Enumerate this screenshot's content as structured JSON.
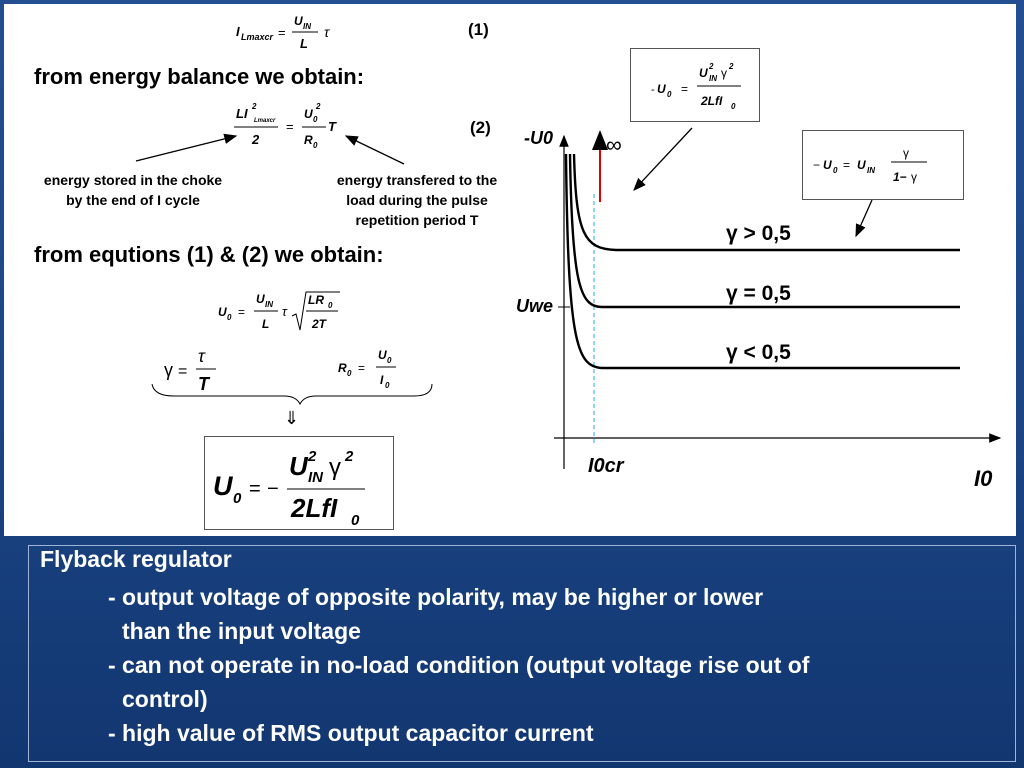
{
  "equations": {
    "eq1_tag": "(1)",
    "eq2_tag": "(2)"
  },
  "text": {
    "energy_balance_heading": "from energy balance we obtain:",
    "equations_heading": "from equtions (1) & (2) we obtain:",
    "choke_note": [
      "energy  stored in the choke",
      "by the end of  I cycle"
    ],
    "load_note": [
      "energy transfered to the",
      "load during the pulse",
      "repetition period T"
    ],
    "implies": "⇓"
  },
  "chart_data": {
    "type": "line",
    "y_axis_label": "-U0",
    "y_marker_label": "Uwe",
    "x_axis_label": "I0",
    "x_marker_label": "I0cr",
    "infinity_label": "∞",
    "series": [
      {
        "name": "γ > 0,5",
        "shape": "hyperbolic decay to constant",
        "level": "high"
      },
      {
        "name": "γ = 0,5",
        "shape": "hyperbolic decay to constant",
        "level": "Uwe"
      },
      {
        "name": "γ < 0,5",
        "shape": "hyperbolic decay to constant",
        "level": "low"
      }
    ],
    "grid": false
  },
  "colors": {
    "arrow_red": "#e00000",
    "dashed_marker": "#6cc8ec",
    "slide_blue": "#1b4584",
    "panel_white": "#ffffff"
  },
  "summary": {
    "title": "Flyback regulator",
    "items": [
      "- output voltage of opposite polarity, may be higher or lower",
      "than the input voltage",
      "- can not operate in no-load condition (output voltage rise out of",
      "control)",
      "- high value of RMS output capacitor current"
    ]
  }
}
